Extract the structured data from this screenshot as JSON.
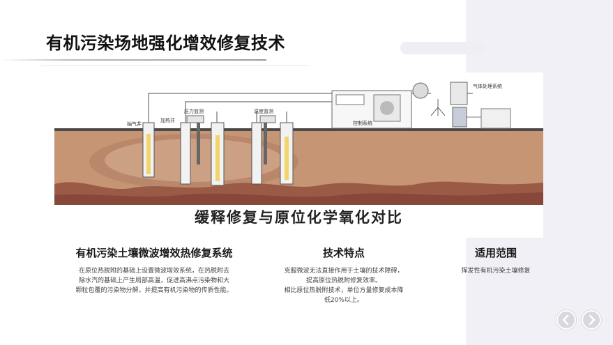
{
  "slide": {
    "title": "有机污染场地强化增效修复技术"
  },
  "figure": {
    "labels": {
      "well_extraction": "抽气井",
      "well_heating": "加热井",
      "pressure_monitor": "压力监测",
      "temperature_monitor": "温度监测",
      "control_system": "控制系统",
      "gas_treatment": "气体处理系统"
    },
    "caption": "缓释修复与原位化学氧化对比"
  },
  "columns": [
    {
      "heading": "有机污染土壤微波增效热修复系统",
      "lines": [
        "在原位热脱附的基础上设置微波增效系统，在热脱附去",
        "除水汽的基础上产生局部高温，促进高沸点污染物和大",
        "颗粒包覆的污染物分解，并提高有机污染物的传质性能。"
      ]
    },
    {
      "heading": "技术特点",
      "lines": [
        "克服微波无法直接作用于土壤的技术障碍，",
        "提高原位热脱附修复效率。",
        "相比原位热脱附技术，单位方量修复成本降",
        "低20%以上。"
      ]
    },
    {
      "heading": "适用范围",
      "lines": [
        "挥发性有机污染土壤修复"
      ]
    }
  ],
  "colors": {
    "deco_lavender": "#eeeef5",
    "soil_top": "#c69574",
    "soil_mid": "#a76f52",
    "soil_dark": "#87483a",
    "plume": "#c9a489",
    "nav_button": "#d9d9dd"
  },
  "icons": [
    "chevron-left-icon",
    "chevron-right-icon"
  ]
}
